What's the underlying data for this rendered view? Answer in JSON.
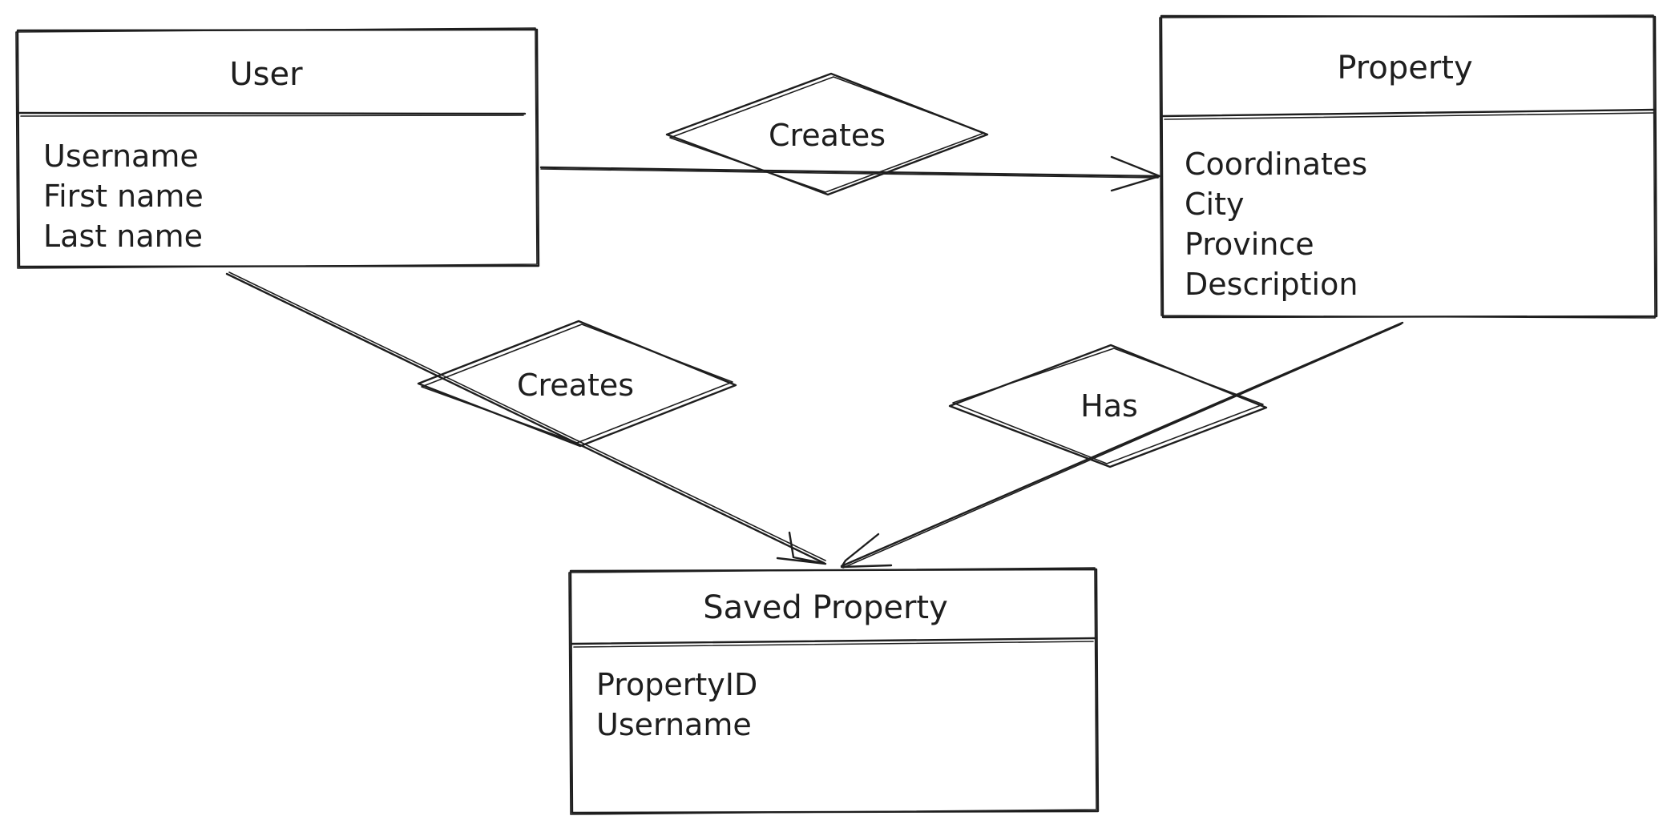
{
  "entities": {
    "user": {
      "title": "User",
      "attributes": [
        "Username",
        "First name",
        "Last name"
      ]
    },
    "property": {
      "title": "Property",
      "attributes": [
        "Coordinates",
        "City",
        "Province",
        "Description"
      ]
    },
    "saved_property": {
      "title": "Saved Property",
      "attributes": [
        "PropertyID",
        "Username"
      ]
    }
  },
  "relationships": {
    "user_creates_property": "Creates",
    "user_creates_saved": "Creates",
    "property_has_saved": "Has"
  }
}
